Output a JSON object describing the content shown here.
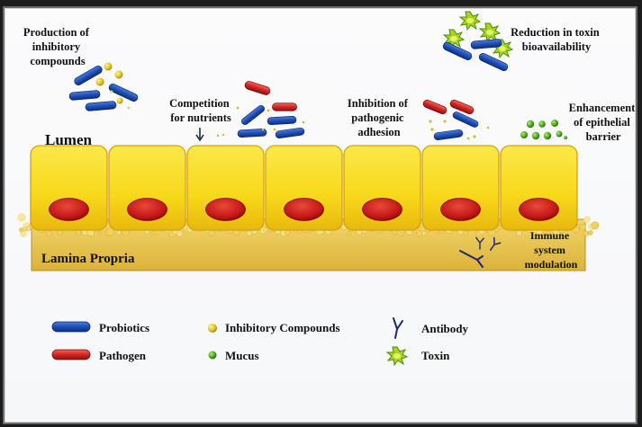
{
  "diagram": {
    "regions": {
      "lumen": "Lumen",
      "lamina_propria": "Lamina Propria"
    },
    "mechanisms": [
      {
        "id": "inhibitory",
        "lines": [
          "Production of",
          "inhibitory",
          "compounds"
        ]
      },
      {
        "id": "competition",
        "lines": [
          "Competition",
          "for nutrients"
        ]
      },
      {
        "id": "adhesion",
        "lines": [
          "Inhibition of",
          "pathogenic",
          "adhesion"
        ]
      },
      {
        "id": "toxin",
        "lines": [
          "Reduction in toxin",
          "bioavailability"
        ]
      },
      {
        "id": "barrier",
        "lines": [
          "Enhancement",
          "of epithelial",
          "barrier"
        ]
      },
      {
        "id": "immune",
        "lines": [
          "Immune",
          "system",
          "modulation"
        ]
      }
    ],
    "epithelial_cell_count": 7
  },
  "legend": {
    "items": [
      {
        "id": "probiotics",
        "label": "Probiotics",
        "symbol": "blue-rod",
        "color": "#1e4fb8"
      },
      {
        "id": "pathogen",
        "label": "Pathogen",
        "symbol": "red-rod",
        "color": "#d42424"
      },
      {
        "id": "inhibitory",
        "label": "Inhibitory Compounds",
        "symbol": "yellow-dot",
        "color": "#e6c21a"
      },
      {
        "id": "mucus",
        "label": "Mucus",
        "symbol": "green-dot",
        "color": "#4caa1e"
      },
      {
        "id": "antibody",
        "label": "Antibody",
        "symbol": "y-shape",
        "color": "#1a2a6b"
      },
      {
        "id": "toxin",
        "label": "Toxin",
        "symbol": "spiky-star",
        "color": "#a8d41a"
      }
    ]
  },
  "colors": {
    "cell": "#f7d81a",
    "nucleus": "#c41616",
    "lamina": "#e8c44a"
  }
}
